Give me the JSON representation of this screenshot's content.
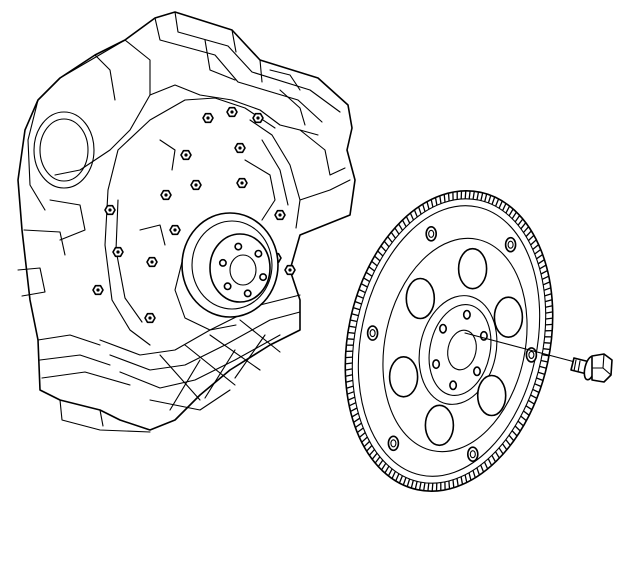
{
  "diagram": {
    "parts": [
      {
        "id": "engine-block",
        "icon": "engine-block-icon"
      },
      {
        "id": "crankshaft-flange",
        "icon": "crankshaft-flange-icon"
      },
      {
        "id": "flexplate",
        "icon": "flexplate-icon",
        "bolt_holes": 6,
        "lightening_holes": 6
      },
      {
        "id": "flexplate-bolt",
        "icon": "bolt-icon"
      }
    ],
    "line_color": "#000000",
    "background": "#ffffff"
  }
}
